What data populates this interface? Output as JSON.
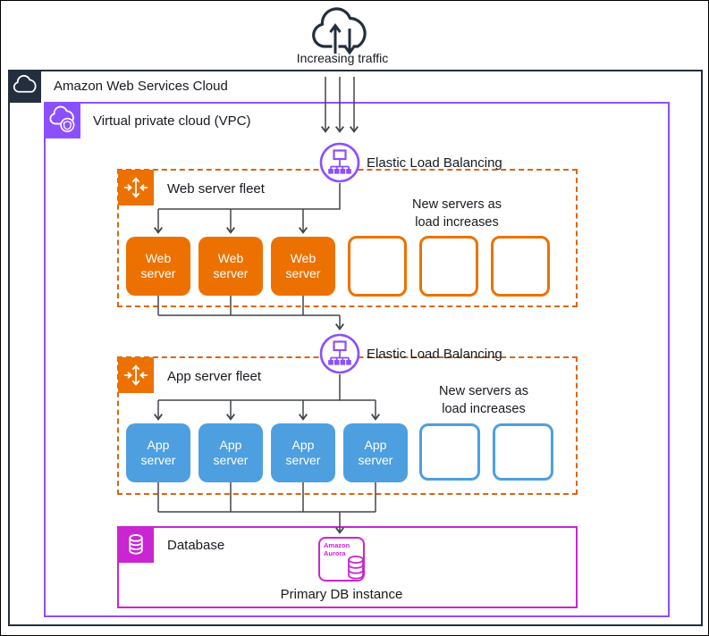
{
  "colors": {
    "aws_dark": "#232F3E",
    "vpc_purple": "#8C4FFF",
    "compute_orange": "#ED7100",
    "fleet_dashed_orange": "#D86613",
    "app_blue": "#4D9FE0",
    "database_magenta": "#C925D1",
    "connector_gray": "#41464C"
  },
  "traffic": {
    "label": "Increasing traffic",
    "icon": "cloud-traffic-icon"
  },
  "aws_cloud": {
    "label": "Amazon Web Services Cloud",
    "icon": "aws-cloud-icon"
  },
  "vpc": {
    "label": "Virtual private cloud (VPC)",
    "icon": "vpc-shield-icon"
  },
  "elb_top": {
    "label": "Elastic Load Balancing",
    "icon": "elastic-load-balancing-icon"
  },
  "elb_mid": {
    "label": "Elastic Load Balancing",
    "icon": "elastic-load-balancing-icon"
  },
  "web_fleet": {
    "label": "Web server fleet",
    "icon": "auto-scaling-icon",
    "servers": [
      "Web server",
      "Web server",
      "Web server"
    ],
    "empty_slots": 3,
    "note": {
      "line1": "New servers as",
      "line2": "load increases"
    }
  },
  "app_fleet": {
    "label": "App server fleet",
    "icon": "auto-scaling-icon",
    "servers": [
      "App server",
      "App server",
      "App server",
      "App server"
    ],
    "empty_slots": 2,
    "note": {
      "line1": "New servers as",
      "line2": "load increases"
    }
  },
  "database": {
    "label": "Database",
    "icon": "database-cylinder-icon",
    "aurora": {
      "name": "Amazon Aurora",
      "icon": "amazon-aurora-icon"
    },
    "caption": "Primary DB instance"
  }
}
